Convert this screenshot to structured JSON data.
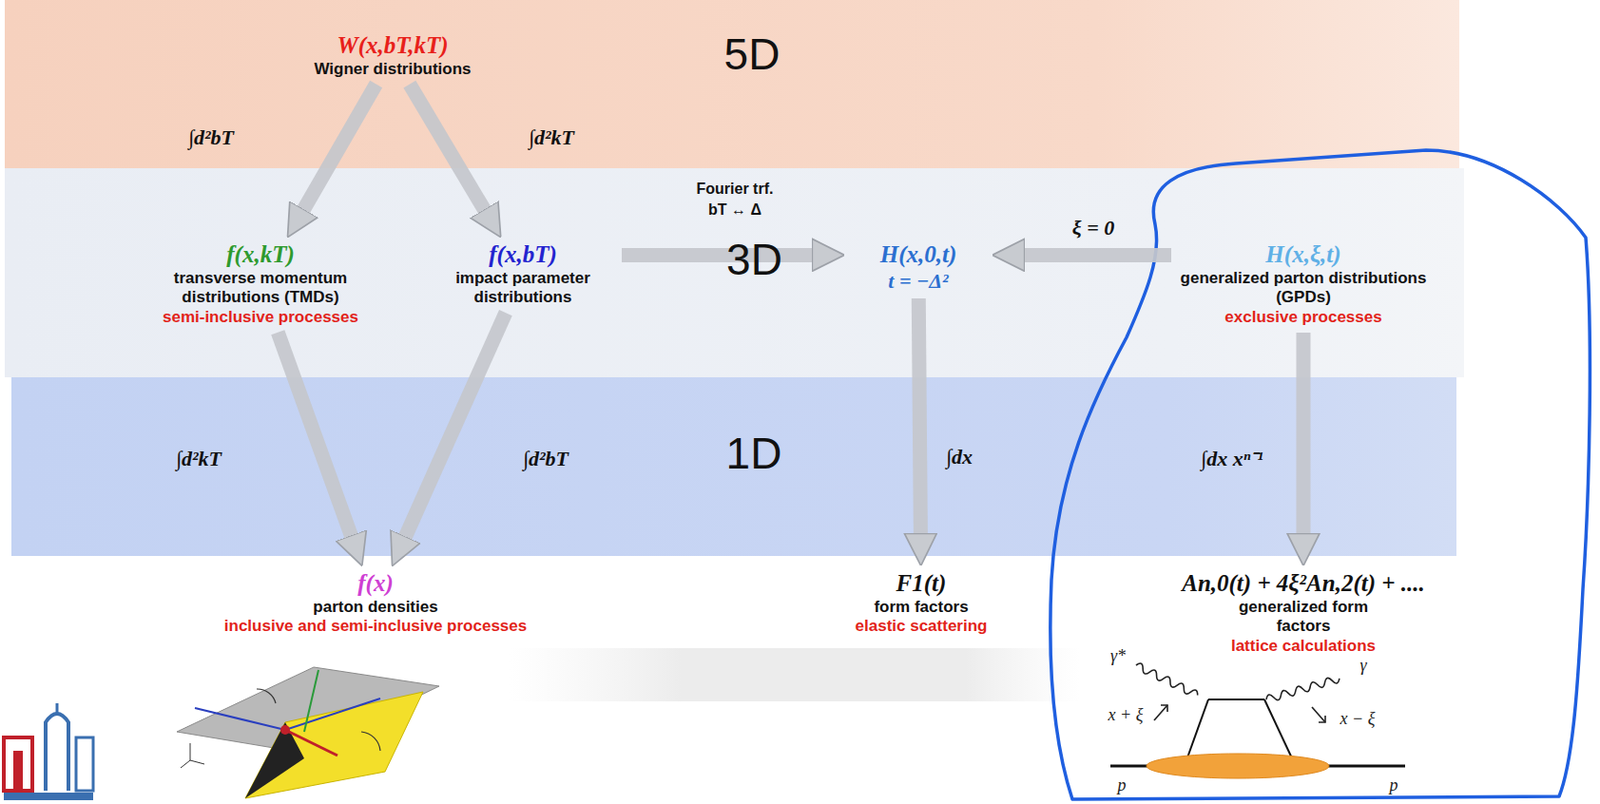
{
  "diagram": {
    "nodes": [
      {
        "text": [
          "5D"
        ]
      },
      {
        "text": [
          "3D"
        ]
      },
      {
        "text": [
          "1D"
        ]
      },
      {
        "text": [
          "W(x,bT,kT)",
          "Wigner distributions"
        ],
        "in": 0
      },
      {
        "text": [
          "f(x,kT)",
          "transverse momentum distributions (TMDs)",
          "semi-inclusive processes"
        ],
        "in": 1
      },
      {
        "text": [
          "f(x,bT)",
          "impact parameter distributions"
        ],
        "in": 1
      },
      {
        "text": [
          "H(x,0,t)",
          "t = −Δ²"
        ],
        "in": 1
      },
      {
        "text": [
          "H(x,ξ,t)",
          "generalized parton distributions (GPDs)",
          "exclusive processes"
        ],
        "in": 1
      },
      {
        "text": [
          "f(x)",
          "parton densities",
          "inclusive and semi-inclusive processes"
        ]
      },
      {
        "text": [
          "F1(t)",
          "form factors",
          "elastic scattering"
        ]
      },
      {
        "text": [
          "An,0(t) + 4ξ²An,2(t) + ....",
          "generalized form factors",
          "lattice calculations"
        ]
      }
    ],
    "edges": [
      {
        "from": 3,
        "to": 4,
        "arrow": "to",
        "label": "∫d²bT"
      },
      {
        "from": 3,
        "to": 5,
        "arrow": "to",
        "label": "∫d²kT"
      },
      {
        "from": 5,
        "to": 6,
        "arrow": "to",
        "label": "Fourier trf. bT ↔ Δ"
      },
      {
        "from": 7,
        "to": 6,
        "arrow": "to",
        "label": "ξ = 0"
      },
      {
        "from": 4,
        "to": 8,
        "arrow": "to",
        "label": "∫d²kT"
      },
      {
        "from": 5,
        "to": 8,
        "arrow": "to",
        "label": "∫d²bT"
      },
      {
        "from": 6,
        "to": 9,
        "arrow": "to",
        "label": "∫dx"
      },
      {
        "from": 7,
        "to": 10,
        "arrow": "to",
        "label": "∫dx xⁿ⁻¹"
      }
    ],
    "labels": [
      "γ*",
      "γ",
      "x + ξ",
      "x − ξ",
      "p",
      "p"
    ]
  }
}
